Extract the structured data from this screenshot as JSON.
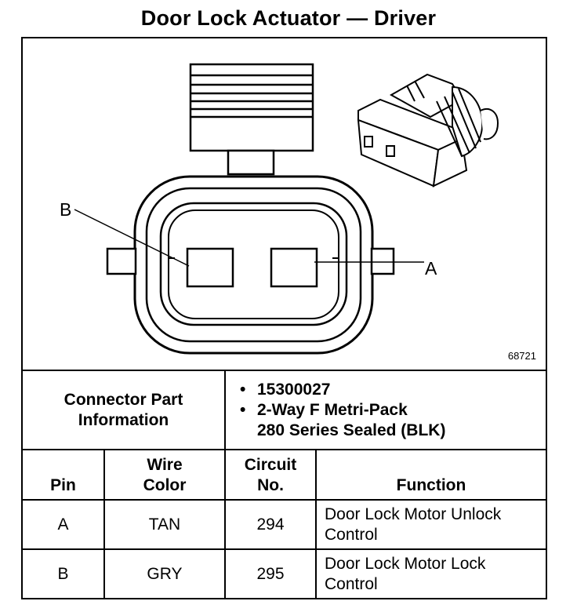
{
  "title": "Door Lock Actuator — Driver",
  "figure": {
    "callout_a": "A",
    "callout_b": "B",
    "figure_number": "68721"
  },
  "connector_info": {
    "label_line1": "Connector Part",
    "label_line2": "Information",
    "items": [
      "15300027",
      "2-Way F Metri-Pack",
      "280 Series Sealed (BLK)"
    ]
  },
  "table": {
    "headers": {
      "pin": "Pin",
      "wire_color_line1": "Wire",
      "wire_color_line2": "Color",
      "circuit_line1": "Circuit",
      "circuit_line2": "No.",
      "function": "Function"
    },
    "rows": [
      {
        "pin": "A",
        "wire_color": "TAN",
        "circuit": "294",
        "function_line1": "Door Lock Motor Unlock",
        "function_line2": "Control"
      },
      {
        "pin": "B",
        "wire_color": "GRY",
        "circuit": "295",
        "function_line1": "Door Lock Motor Lock",
        "function_line2": "Control"
      }
    ]
  }
}
